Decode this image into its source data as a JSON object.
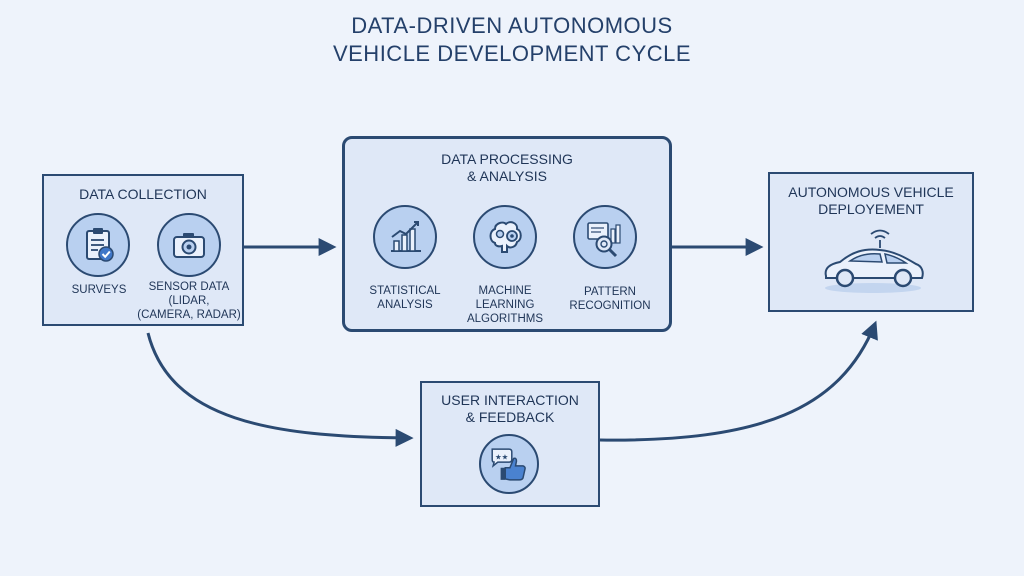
{
  "title": {
    "line1": "DATA-DRIVEN AUTONOMOUS",
    "line2": "VEHICLE DEVELOPMENT CYCLE"
  },
  "nodes": {
    "collection": {
      "title": "DATA COLLECTION",
      "items": [
        {
          "label_lines": [
            "SURVEYS"
          ],
          "icon": "clipboard-check-icon"
        },
        {
          "label_lines": [
            "SENSOR DATA",
            "(LIDAR,",
            "(CAMERA, RADAR)"
          ],
          "icon": "camera-icon"
        }
      ]
    },
    "processing": {
      "title_lines": [
        "DATA PROCESSING",
        "& ANALYSIS"
      ],
      "items": [
        {
          "label_lines": [
            "STATISTICAL",
            "ANALYSIS"
          ],
          "icon": "bar-chart-icon"
        },
        {
          "label_lines": [
            "MACHINE",
            "LEARNING",
            "ALGORITHMS"
          ],
          "icon": "brain-gear-icon"
        },
        {
          "label_lines": [
            "PATTERN",
            "RECOGNITION"
          ],
          "icon": "magnifier-pattern-icon"
        }
      ]
    },
    "deployment": {
      "title_lines": [
        "AUTONOMOUS VEHICLE",
        "DEPLOYEMENT"
      ],
      "icon": "autonomous-car-icon"
    },
    "feedback": {
      "title_lines": [
        "USER INTERACTION",
        "& FEEDBACK"
      ],
      "icon": "thumbs-up-stars-icon"
    }
  },
  "colors": {
    "background": "#eef3fb",
    "box_fill": "#dfe8f7",
    "stroke": "#2b4a72",
    "icon_fill": "#b9d0f0"
  }
}
